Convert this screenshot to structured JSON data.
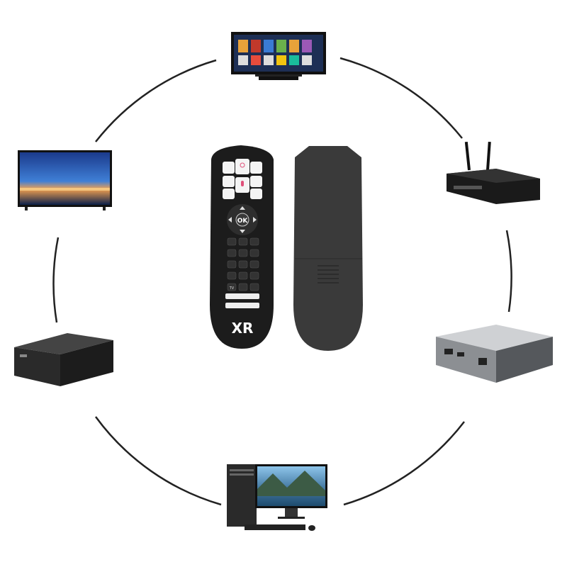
{
  "product": {
    "ok_label": "OK",
    "logo_text": "XR",
    "tv_key": "TV"
  },
  "devices": [
    "smart-tv",
    "television",
    "router",
    "tv-box",
    "pc-case",
    "desktop-computer"
  ],
  "colors": {
    "remote_body": "#1c1c1c",
    "remote_back": "#3a3a3a",
    "accent": "#e0507a",
    "ring": "#222222"
  }
}
